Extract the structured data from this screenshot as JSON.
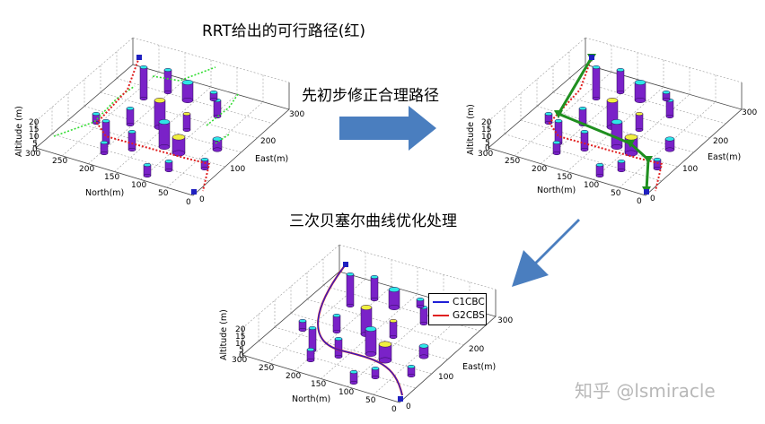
{
  "captions": {
    "top": "RRT给出的可行路径(红)",
    "middle": "先初步修正合理路径",
    "bottom": "三次贝塞尔曲线优化处理"
  },
  "plots": [
    {
      "id": "rrt",
      "altitude_label": "Altitude (m)",
      "north_label": "North(m)",
      "east_label": "East(m)",
      "altitude_ticks": [
        "20",
        "15",
        "10",
        "5",
        "0"
      ],
      "north_ticks": [
        "300",
        "250",
        "200",
        "150",
        "100",
        "50",
        "0"
      ],
      "east_ticks": [
        "0",
        "100",
        "200",
        "300"
      ]
    },
    {
      "id": "corrected",
      "altitude_label": "Altitude (m)",
      "north_label": "North(m)",
      "east_label": "East(m)",
      "altitude_ticks": [
        "20",
        "15",
        "10",
        "5",
        "0"
      ],
      "north_ticks": [
        "300",
        "250",
        "200",
        "150",
        "100",
        "50",
        "0"
      ],
      "east_ticks": [
        "0",
        "100",
        "200",
        "300"
      ]
    },
    {
      "id": "bezier",
      "altitude_label": "Altitude (m)",
      "north_label": "North(m)",
      "east_label": "East(m)",
      "altitude_ticks": [
        "20",
        "15",
        "10",
        "5",
        "0"
      ],
      "north_ticks": [
        "300",
        "250",
        "200",
        "150",
        "100",
        "50",
        "0"
      ],
      "east_ticks": [
        "0",
        "100",
        "200",
        "300"
      ]
    }
  ],
  "legend": {
    "items": [
      {
        "label": "C1CBC",
        "color": "#1f1fd6"
      },
      {
        "label": "G2CBS",
        "color": "#e02020"
      }
    ]
  },
  "colors": {
    "rrt_path": "#e02020",
    "rrt_tree": "#33dd33",
    "corrected_path": "#1f8f1f",
    "bezier_c1cbc": "#1f1fd6",
    "bezier_g2cbs": "#e02020",
    "arrow": "#4a7ebf",
    "obstacle_body": "#7a22c8",
    "obstacle_top": "#2ee6e6",
    "obstacle_top_alt": "#f0f040"
  },
  "icons": {
    "arrow_right": "arrow-right-icon",
    "arrow_down_left": "arrow-down-left-icon"
  },
  "watermark": "知乎 @lsmiracle"
}
